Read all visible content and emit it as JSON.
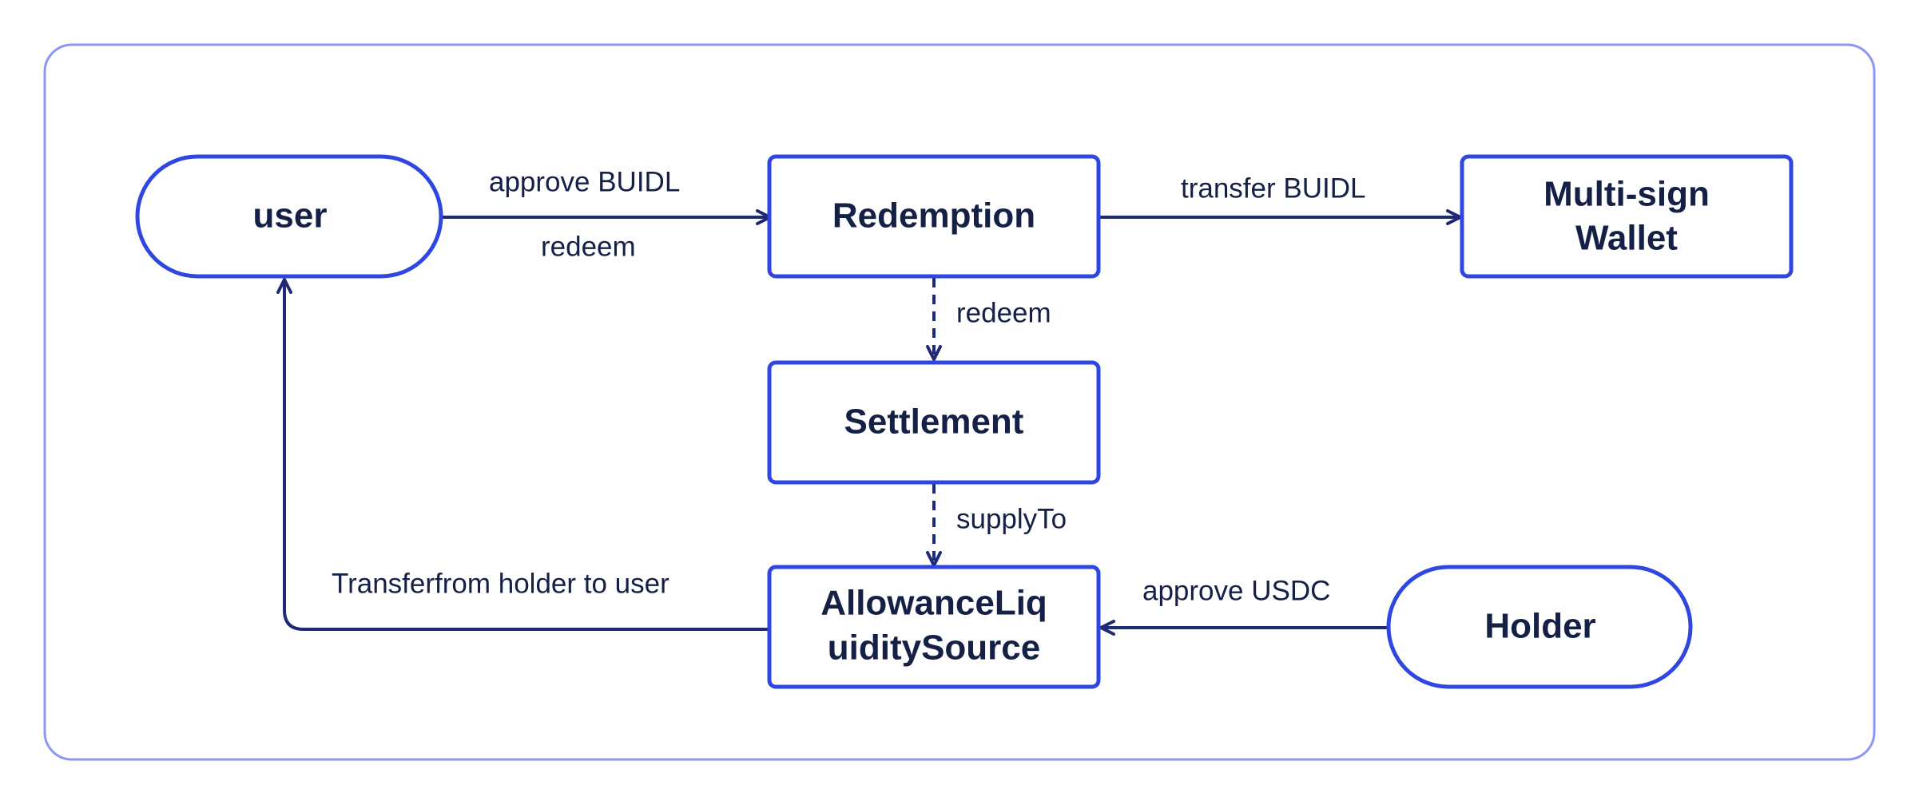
{
  "diagram": {
    "nodes": {
      "user": {
        "lines": [
          "user"
        ],
        "shape": "rounded"
      },
      "redemption": {
        "lines": [
          "Redemption"
        ],
        "shape": "rect"
      },
      "wallet": {
        "lines": [
          "Multi-sign",
          "Wallet"
        ],
        "shape": "rect"
      },
      "settlement": {
        "lines": [
          "Settlement"
        ],
        "shape": "rect"
      },
      "allowance": {
        "lines": [
          "AllowanceLiq",
          "uiditySource"
        ],
        "shape": "rect"
      },
      "holder": {
        "lines": [
          "Holder"
        ],
        "shape": "rounded"
      }
    },
    "edges": {
      "user_to_redemption": {
        "from": "user",
        "to": "redemption",
        "style": "solid",
        "labels": [
          "approve BUIDL",
          "redeem"
        ]
      },
      "redemption_to_wallet": {
        "from": "redemption",
        "to": "wallet",
        "style": "solid",
        "labels": [
          "transfer BUIDL"
        ]
      },
      "redemption_to_settlement": {
        "from": "redemption",
        "to": "settlement",
        "style": "dashed",
        "labels": [
          "redeem"
        ]
      },
      "settlement_to_allowance": {
        "from": "settlement",
        "to": "allowance",
        "style": "dashed",
        "labels": [
          "supplyTo"
        ]
      },
      "holder_to_allowance": {
        "from": "holder",
        "to": "allowance",
        "style": "solid",
        "labels": [
          "approve USDC"
        ]
      },
      "allowance_to_user": {
        "from": "allowance",
        "to": "user",
        "style": "solid",
        "labels": [
          "Transferfrom holder to user"
        ]
      }
    },
    "colors": {
      "node_border": "#2f46e0",
      "edge": "#1e2a78",
      "text": "#152046",
      "frame": "#8a98f5"
    }
  }
}
